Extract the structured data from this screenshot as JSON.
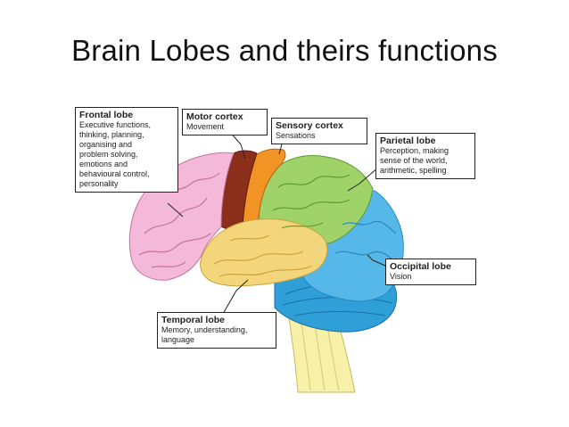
{
  "title": "Brain Lobes and theirs functions",
  "labels": {
    "frontal": {
      "title": "Frontal lobe",
      "desc": "Executive functions,\nthinking, planning,\norganising and\nproblem solving,\nemotions and\nbehavioural control,\npersonality"
    },
    "motor": {
      "title": "Motor cortex",
      "desc": "Movement"
    },
    "sensory": {
      "title": "Sensory cortex",
      "desc": "Sensations"
    },
    "parietal": {
      "title": "Parietal lobe",
      "desc": "Perception, making\nsense of the world,\narithmetic, spelling"
    },
    "occipital": {
      "title": "Occipital lobe",
      "desc": "Vision"
    },
    "temporal": {
      "title": "Temporal lobe",
      "desc": "Memory, understanding,\nlanguage"
    }
  },
  "colors": {
    "frontal": "#f4b8d8",
    "motor": "#8b2e1a",
    "sensory": "#f29425",
    "parietal": "#9fd36a",
    "occipital": "#55b8e8",
    "temporal": "#f3d57b",
    "cerebellum": "#2f9fd8",
    "brainstem": "#f7f0a8"
  }
}
